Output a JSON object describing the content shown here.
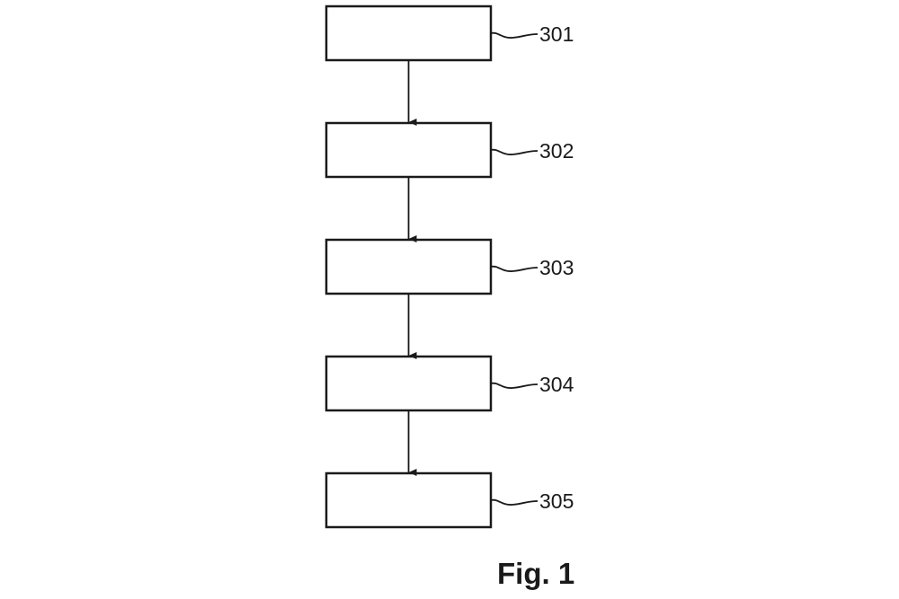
{
  "figure": {
    "caption": "Fig. 1"
  },
  "steps": [
    {
      "ref": "301"
    },
    {
      "ref": "302"
    },
    {
      "ref": "303"
    },
    {
      "ref": "304"
    },
    {
      "ref": "305"
    }
  ],
  "colors": {
    "line": "#1a1a1a",
    "background": "#ffffff"
  }
}
